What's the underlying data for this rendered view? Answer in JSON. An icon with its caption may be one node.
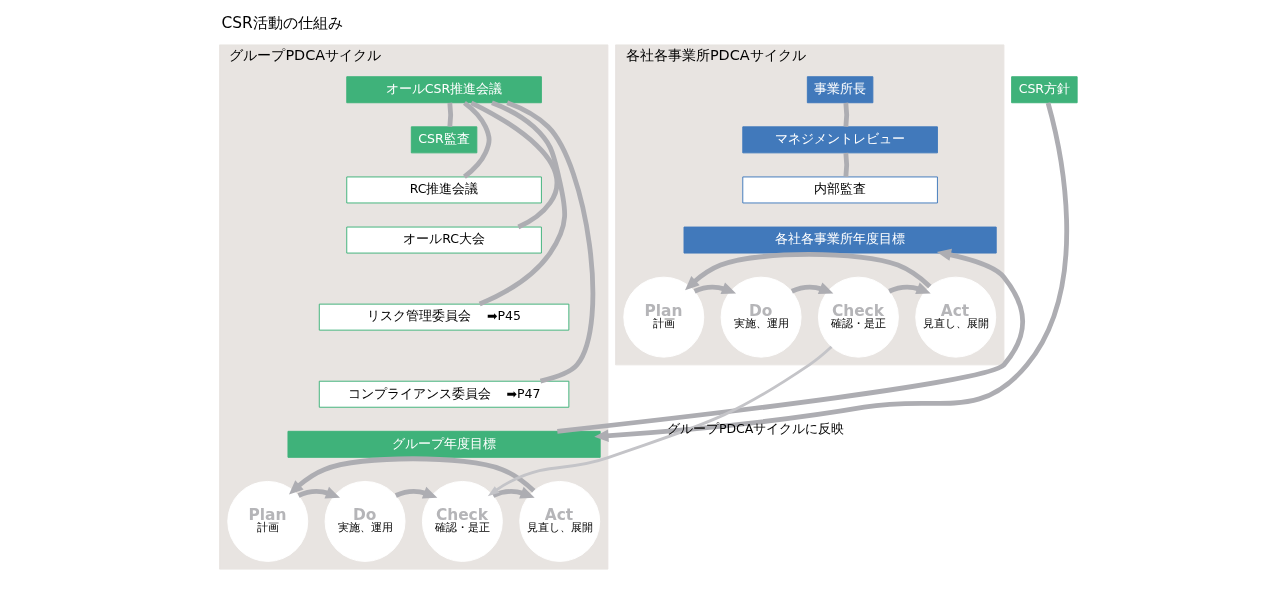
{
  "diagram": {
    "title": "CSR活動の仕組み",
    "nodes": [
      {
        "text": [
          "グループPDCAサイクル"
        ]
      },
      {
        "text": [
          "オールCSR推進会議"
        ],
        "in": 0
      },
      {
        "text": [
          "CSR監査"
        ],
        "in": 0
      },
      {
        "text": [
          "RC推進会議"
        ],
        "in": 0
      },
      {
        "text": [
          "オールRC大会"
        ],
        "in": 0
      },
      {
        "text": [
          "リスク管理委員会",
          "➡P45"
        ],
        "in": 0
      },
      {
        "text": [
          "コンプライアンス委員会",
          "➡P47"
        ],
        "in": 0
      },
      {
        "text": [
          "CSR方針"
        ]
      },
      {
        "text": [
          "グループ年度目標"
        ],
        "in": 0
      },
      {
        "text": [
          "Plan",
          "計画"
        ],
        "in": 0
      },
      {
        "text": [
          "Do",
          "実施、運用"
        ],
        "in": 0
      },
      {
        "text": [
          "Check",
          "確認・是正"
        ],
        "in": 0
      },
      {
        "text": [
          "Act",
          "見直し、展開"
        ],
        "in": 0
      },
      {
        "text": [
          "各社各事業所PDCAサイクル"
        ]
      },
      {
        "text": [
          "事業所長"
        ],
        "in": 13
      },
      {
        "text": [
          "マネジメントレビュー"
        ],
        "in": 13
      },
      {
        "text": [
          "内部監査"
        ],
        "in": 13
      },
      {
        "text": [
          "各社各事業所年度目標"
        ],
        "in": 13
      },
      {
        "text": [
          "Plan",
          "計画"
        ],
        "in": 13
      },
      {
        "text": [
          "Do",
          "実施、運用"
        ],
        "in": 13
      },
      {
        "text": [
          "Check",
          "確認・是正"
        ],
        "in": 13
      },
      {
        "text": [
          "Act",
          "見直し、展開"
        ],
        "in": 13
      }
    ],
    "edges": [
      {
        "from": 1,
        "to": 2,
        "arrow": "none"
      },
      {
        "from": 1,
        "to": 3,
        "arrow": "none"
      },
      {
        "from": 1,
        "to": 4,
        "arrow": "none"
      },
      {
        "from": 1,
        "to": 5,
        "arrow": "none"
      },
      {
        "from": 1,
        "to": 6,
        "arrow": "none"
      },
      {
        "from": 7,
        "to": 8,
        "arrow": "to"
      },
      {
        "from": 8,
        "to": 17,
        "arrow": "to"
      },
      {
        "from": 9,
        "to": 10,
        "arrow": "to"
      },
      {
        "from": 10,
        "to": 11,
        "arrow": "to"
      },
      {
        "from": 11,
        "to": 12,
        "arrow": "to"
      },
      {
        "from": 12,
        "to": 9,
        "arrow": "to"
      },
      {
        "from": 14,
        "to": 15,
        "arrow": "none"
      },
      {
        "from": 15,
        "to": 16,
        "arrow": "none"
      },
      {
        "from": 18,
        "to": 19,
        "arrow": "to"
      },
      {
        "from": 19,
        "to": 20,
        "arrow": "to"
      },
      {
        "from": 20,
        "to": 21,
        "arrow": "to"
      },
      {
        "from": 21,
        "to": 18,
        "arrow": "to"
      },
      {
        "from": 20,
        "to": 11,
        "arrow": "to",
        "label": "グループPDCAサイクルに反映",
        "color": "#c4c4c8"
      }
    ]
  }
}
